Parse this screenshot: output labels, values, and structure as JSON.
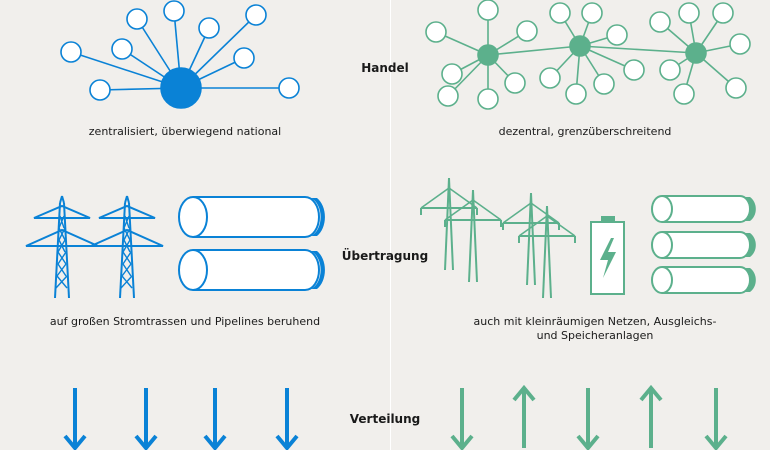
{
  "rows": {
    "handel": "Handel",
    "uebertragung": "Übertragung",
    "verteilung": "Verteilung"
  },
  "captions": {
    "left_handel": "zentralisiert, überwiegend national",
    "right_handel": "dezentral, grenzüberschreitend",
    "left_uebertragung": "auf großen Stromtrassen und Pipelines beruhend",
    "right_uebertragung_line1": "auch mit kleinräumigen Netzen, Ausgleichs-",
    "right_uebertragung_line2": "und Speicheranlagen"
  },
  "colors": {
    "central": "#0a82d6",
    "decentral": "#5cb08c",
    "background": "#f1efec"
  },
  "icons": {
    "left_network": "central-hub-network-icon",
    "right_network": "multi-hub-network-icon",
    "pylon": "power-pylon-icon",
    "pipeline": "pipeline-icon",
    "battery": "battery-icon",
    "arrow_down": "arrow-down-icon",
    "arrow_up": "arrow-up-icon"
  }
}
